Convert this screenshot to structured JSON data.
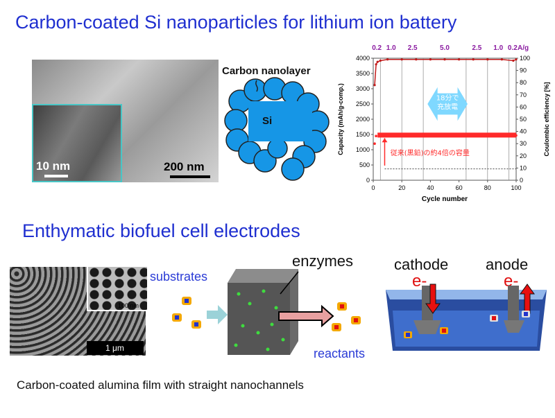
{
  "section1": {
    "title": "Carbon-coated Si nanoparticles for lithium ion battery",
    "tem_scale_small": "10 nm",
    "tem_scale_large": "200 nm",
    "schematic_label_carbon": "Carbon nanolayer",
    "schematic_label_si": "Si"
  },
  "section2": {
    "title": "Enthymatic biofuel cell electrodes",
    "sem_scale_small": "100 nm",
    "sem_scale_large": "1 μm",
    "label_substrates": "substrates",
    "label_enzymes": "enzymes",
    "label_reactants": "reactants",
    "label_cathode": "cathode",
    "label_anode": "anode",
    "label_electron_left": "e-",
    "label_electron_right": "e-",
    "caption": "Carbon-coated alumina film with straight nanochannels"
  },
  "chart_data": {
    "type": "scatter",
    "rate_labels": [
      "0.2",
      "1.0",
      "2.5",
      "5.0",
      "2.5",
      "1.0",
      "0.2"
    ],
    "rate_unit": "A/g",
    "rate_boundaries": [
      0,
      5,
      20,
      35,
      65,
      80,
      95,
      100
    ],
    "xlabel": "Cycle number",
    "ylabel_left": "Capacity (mAh/g-comp.)",
    "ylabel_right": "Coulombic efficiency [%]",
    "xlim": [
      0,
      100
    ],
    "ylim_left": [
      0,
      4000
    ],
    "ylim_right": [
      0,
      100
    ],
    "x_ticks": [
      0,
      20,
      40,
      60,
      80,
      100
    ],
    "y_ticks_left": [
      0,
      500,
      1000,
      1500,
      2000,
      2500,
      3000,
      3500,
      4000
    ],
    "y_ticks_right": [
      0,
      10,
      20,
      30,
      40,
      50,
      60,
      70,
      80,
      90,
      100
    ],
    "annotation_fast": "18分で\n充放電",
    "annotation_capacity": "従来(黒鉛)の約4倍の容量",
    "reference_line_capacity": 372,
    "series": [
      {
        "name": "",
        "axis": "right",
        "x": [
          1,
          2,
          3,
          5,
          10,
          20,
          30,
          40,
          50,
          60,
          70,
          80,
          90,
          98,
          100
        ],
        "values": [
          78,
          95,
          97,
          98,
          99,
          99,
          99,
          99,
          99,
          99,
          99,
          99,
          99,
          98,
          99
        ]
      },
      {
        "name": "",
        "axis": "left",
        "x": [
          1,
          2,
          5,
          10,
          20,
          35,
          50,
          65,
          80,
          95,
          100
        ],
        "values": [
          1200,
          1450,
          1500,
          1510,
          1500,
          1490,
          1480,
          1490,
          1500,
          1480,
          1470
        ]
      }
    ],
    "colors": {
      "capacity": "#ff2a2a",
      "efficiency": "#c21b1b",
      "rate_text": "#8a1aa0",
      "arrow_fill": "#7fd8ff",
      "ref_line": "#444444"
    }
  }
}
